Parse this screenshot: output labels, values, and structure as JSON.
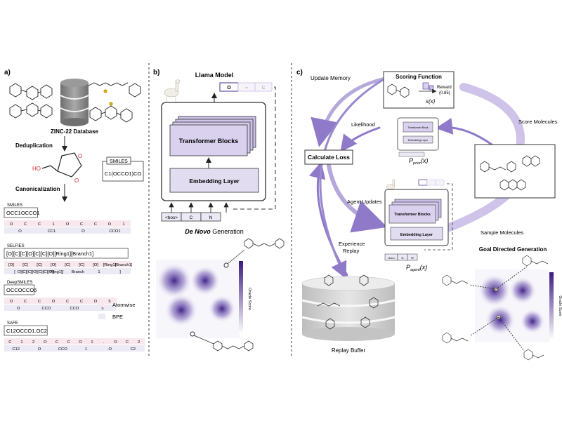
{
  "panel_a": {
    "label": "a)",
    "database": "ZINC-22 Database",
    "dedup": "Deduplication",
    "canon": "Canonicalization",
    "smiles_box_title": "SMILES",
    "smiles_box_value": "C1(OCCO1)CO",
    "reps": [
      {
        "name": "SMILES",
        "value": "OCC1OCCO1",
        "atomwise": [
          "O",
          "C",
          "C",
          "1",
          "O",
          "C",
          "C",
          "O",
          "1"
        ],
        "bpe": [
          "O",
          "CC1",
          "O",
          "CCO1"
        ]
      },
      {
        "name": "SELFIES",
        "value": "[O][C][C][O][C][C][O][Ring1][Branch1]",
        "atomwise": [
          "[O]",
          "[C]",
          "[C]",
          "[O]",
          "[C]",
          "[C]",
          "[O]",
          "[Ring1]",
          "[Branch1]"
        ],
        "bpe": [
          "[",
          "O][C][C][O][C][C][O][",
          "Ring1][",
          "Branch",
          "1",
          "]"
        ]
      },
      {
        "name": "DeepSMILES",
        "value": "OCCOCCO5",
        "atomwise": [
          "O",
          "C",
          "C",
          "O",
          "C",
          "C",
          "O",
          "5"
        ],
        "bpe": [
          "O",
          "CCO",
          "CCO",
          "5"
        ]
      },
      {
        "name": "SAFE",
        "value": "C12OCCO1.OC2",
        "atomwise": [
          "C",
          "1",
          "2",
          "O",
          "C",
          "C",
          "O",
          "1",
          ".",
          "O",
          "C",
          "2"
        ],
        "bpe": [
          "C12",
          "O",
          "CCO",
          "1",
          ".O",
          "C2"
        ]
      }
    ],
    "legend": {
      "atomwise": "Atomwise",
      "bpe": "BPE"
    }
  },
  "panel_b": {
    "label": "b)",
    "title": "Llama Model",
    "transformer": "Transformer Blocks",
    "embedding": "Embedding Layer",
    "input_tokens": [
      "<bos>",
      "C",
      "N"
    ],
    "output_tokens": [
      "O",
      "=",
      "C"
    ],
    "caption_italic": "De Novo",
    "caption_rest": " Generation",
    "oracle_label": "Oracle Score"
  },
  "panel_c": {
    "label": "c)",
    "update_memory": "Update Memory",
    "scoring_title": "Scoring Function",
    "reward_label": "Reward",
    "reward_value": "(0.85)",
    "score_fn": "s(x)",
    "likelihood": "Likelihood",
    "calc_loss": "Calculate Loss",
    "prior_p": "P",
    "prior_sub": "prior",
    "prior_x": "(x)",
    "agent_p": "P",
    "agent_sub": "agent",
    "agent_x": "(x)",
    "mini_transformer": "Transformer Block",
    "mini_embedding": "Embedding Layer",
    "agent_transformer": "Transformer Blocks",
    "agent_embedding": "Embedding Layer",
    "agent_updates": "Agent Updates",
    "experience_replay_1": "Experience",
    "experience_replay_2": "Replay",
    "score_molecules": "Score Molecules",
    "sample_molecules": "Sample Molecules",
    "goal_directed": "Goal Directed Generation",
    "replay_buffer": "Replay Buffer",
    "agent_input_tokens": [
      "<bos>",
      "C",
      "N"
    ],
    "oracle_label": "Oracle Score"
  },
  "colors": {
    "purple_dark": "#4b2a8c",
    "purple_mid": "#7d66b5",
    "purple_light": "#d9d1ee",
    "token_pink": "#f8e8ee",
    "token_lav": "#eceaf4",
    "red_atom": "#d32f2f"
  }
}
